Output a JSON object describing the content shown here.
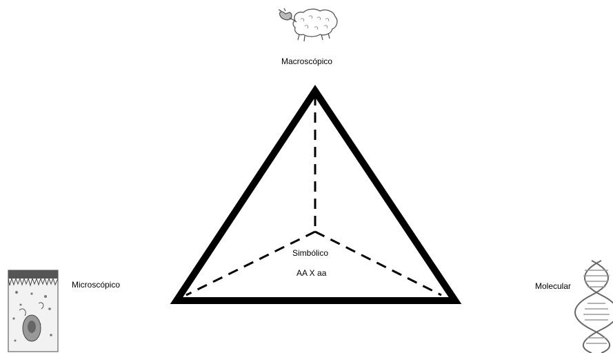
{
  "levels": {
    "macro": "Macroscópico",
    "micro": "Microscópico",
    "molecular": "Molecular",
    "symbolic": "Simbólico",
    "genotype": "AA X aa"
  },
  "icons": {
    "top": "sheep-icon",
    "left": "cell-tissue-icon",
    "right": "dna-helix-icon"
  },
  "colors": {
    "line": "#000000",
    "background": "#ffffff"
  }
}
